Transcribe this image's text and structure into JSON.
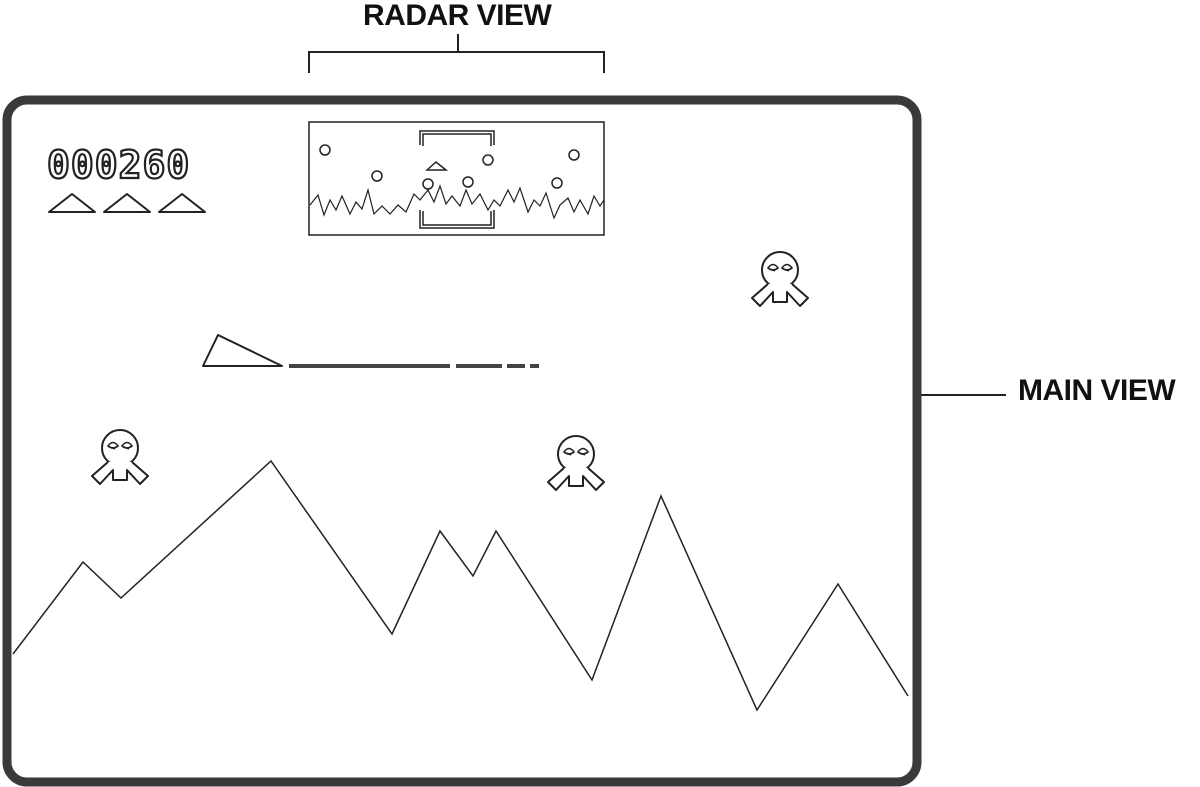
{
  "callouts": {
    "radar_label": "RADAR VIEW",
    "main_label": "MAIN VIEW"
  },
  "hud": {
    "score": "000260",
    "lives_remaining": 3,
    "lives_icon": "ship-icon"
  },
  "colors": {
    "screen_border": "#3a3a3a",
    "line": "#222222",
    "background": "#ffffff"
  },
  "entities": {
    "player_ship_icon": "ship-icon",
    "enemy_icon": "alien-lander-icon",
    "enemy_count": 3
  }
}
